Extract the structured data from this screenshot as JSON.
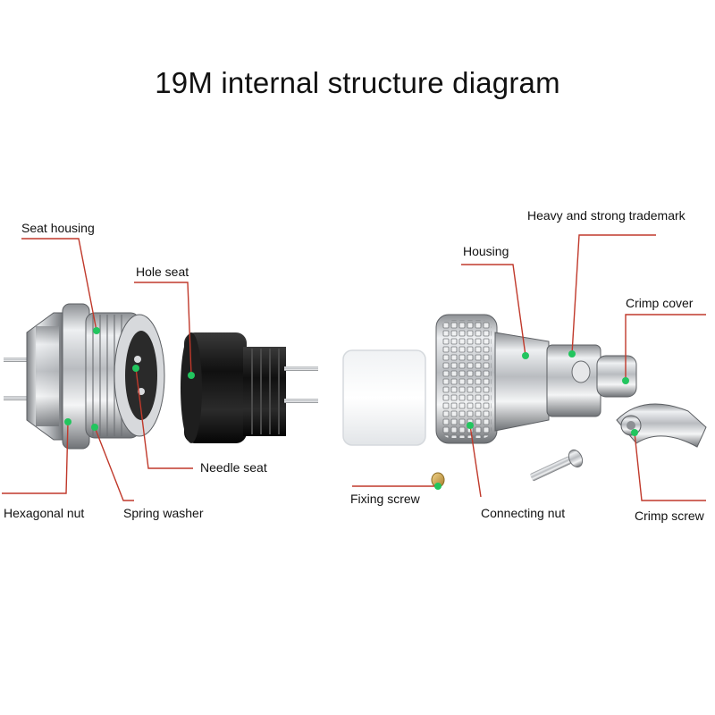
{
  "title": "19M internal structure diagram",
  "labels": {
    "seat_housing": "Seat housing",
    "hole_seat": "Hole seat",
    "needle_seat": "Needle seat",
    "hexagonal_nut": "Hexagonal nut",
    "spring_washer": "Spring washer",
    "fixing_screw": "Fixing screw",
    "heavy_trademark": "Heavy and strong trademark",
    "housing": "Housing",
    "crimp_cover": "Crimp cover",
    "connecting_nut": "Connecting nut",
    "crimp_screw": "Crimp screw"
  },
  "colors": {
    "leader_line": "#c0392b",
    "marker_dot": "#22c55e",
    "metal": "#c9cbce",
    "insulator": "#141414"
  }
}
